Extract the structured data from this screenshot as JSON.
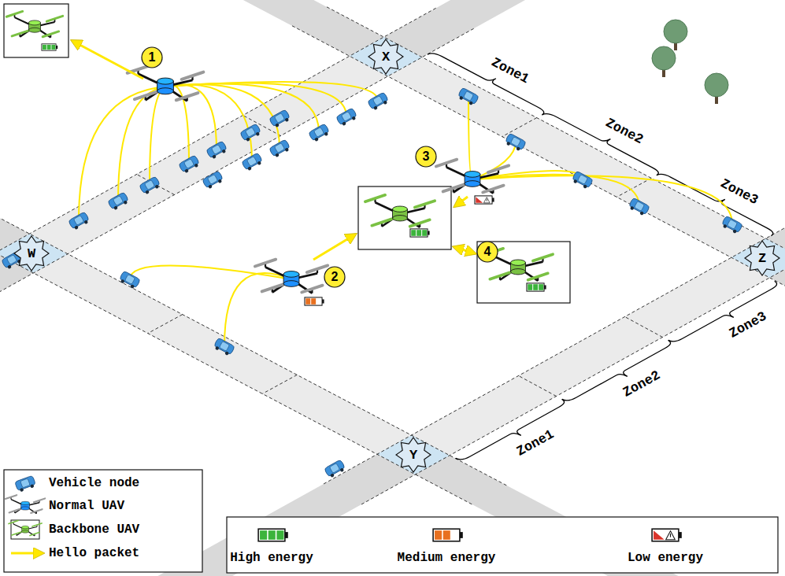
{
  "diagram": {
    "nodes": [
      {
        "text": [
          "X"
        ]
      },
      {
        "text": [
          "W"
        ]
      },
      {
        "text": [
          "Z"
        ]
      },
      {
        "text": [
          "Y"
        ]
      }
    ],
    "labels": [
      "1",
      "Zone1",
      "Zone2",
      "3",
      "Zone3",
      "4",
      "2",
      "Zone3",
      "Zone2",
      "Zone1"
    ],
    "legend": [
      {
        "text": "Vehicle node"
      },
      {
        "text": "Normal UAV"
      },
      {
        "text": "Backbone UAV"
      },
      {
        "text": "Hello packet"
      },
      {
        "text": "High energy"
      },
      {
        "text": "Medium energy"
      },
      {
        "text": "Low energy"
      }
    ]
  }
}
